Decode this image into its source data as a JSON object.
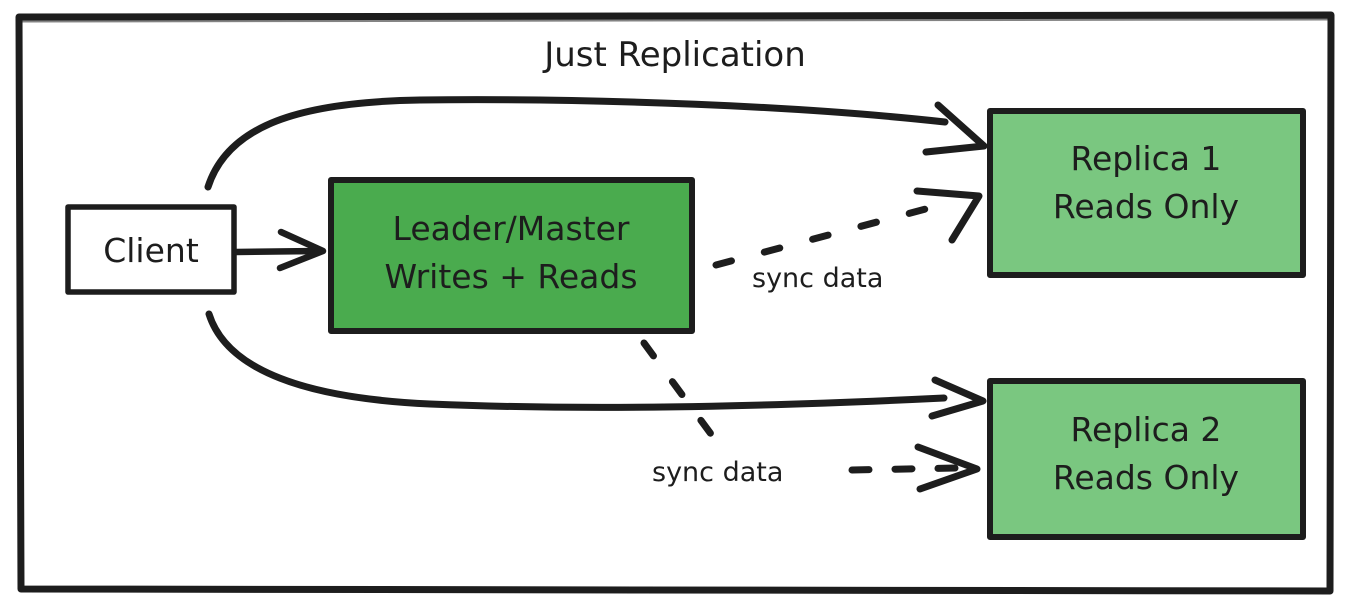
{
  "diagram": {
    "title": "Just Replication",
    "frame": {
      "stroke": "#1d1d1d"
    },
    "nodes": [
      {
        "id": "client",
        "name": "client-node",
        "lines": [
          "Client"
        ],
        "fill": "#ffffff",
        "stroke": "#1d1d1d"
      },
      {
        "id": "leader",
        "name": "leader-master-node",
        "lines": [
          "Leader/Master",
          "Writes + Reads"
        ],
        "fill": "#4aab4e",
        "stroke": "#1d1d1d"
      },
      {
        "id": "replica1",
        "name": "replica-1-node",
        "lines": [
          "Replica 1",
          "Reads Only"
        ],
        "fill": "#7ac780",
        "stroke": "#1d1d1d"
      },
      {
        "id": "replica2",
        "name": "replica-2-node",
        "lines": [
          "Replica 2",
          "Reads Only"
        ],
        "fill": "#7ac780",
        "stroke": "#1d1d1d"
      }
    ],
    "edges": [
      {
        "id": "client-to-leader",
        "name": "arrow-client-to-leader",
        "label": "",
        "style": "solid"
      },
      {
        "id": "client-to-replica1",
        "name": "arrow-client-to-replica-1",
        "label": "",
        "style": "solid"
      },
      {
        "id": "client-to-replica2",
        "name": "arrow-client-to-replica-2",
        "label": "",
        "style": "solid"
      },
      {
        "id": "leader-to-replica1",
        "name": "arrow-leader-to-replica-1",
        "label": "sync data",
        "style": "dashed"
      },
      {
        "id": "leader-to-replica2",
        "name": "arrow-leader-to-replica-2",
        "label": "sync data",
        "style": "dashed"
      }
    ],
    "labels": {
      "sync_1": "sync data",
      "sync_2": "sync data"
    }
  }
}
